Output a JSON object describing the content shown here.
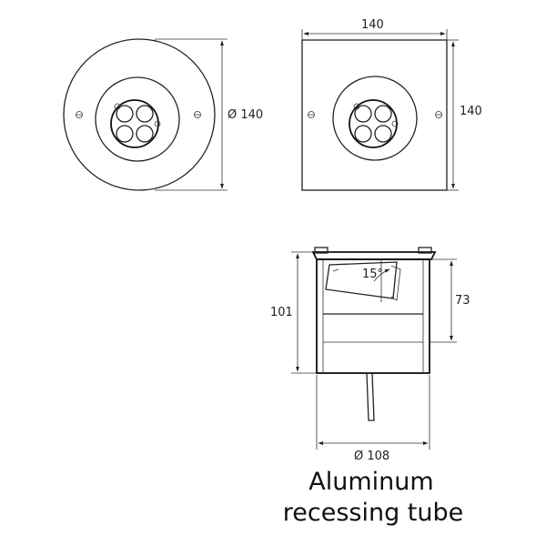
{
  "dimensions": {
    "round_diameter": "Ø 140",
    "square_width": "140",
    "square_height": "140",
    "tube_height": "101",
    "tube_inner_depth": "73",
    "tilt_angle": "15°",
    "tube_diameter": "Ø 108"
  },
  "caption": {
    "line1": "Aluminum",
    "line2": "recessing tube"
  }
}
